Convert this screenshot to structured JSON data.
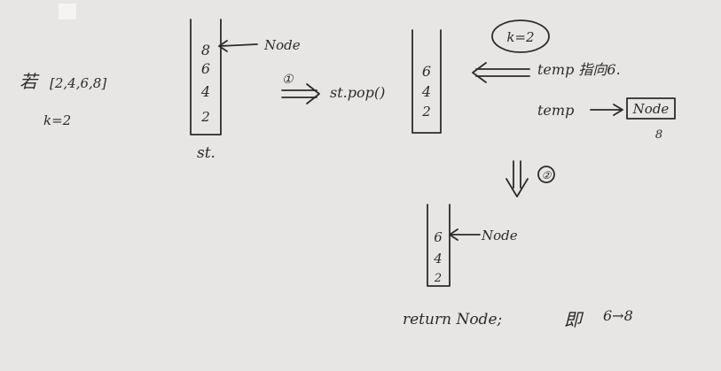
{
  "left_note": {
    "label": "若",
    "array": "[2,4,6,8]",
    "k": "k=2"
  },
  "stack1": {
    "items": [
      "8",
      "6",
      "4",
      "2"
    ],
    "caption": "st.",
    "pointer": "Node"
  },
  "step1": {
    "badge": "①",
    "op": "st.pop()"
  },
  "k_badge": "k=2",
  "stack2": {
    "items": [
      "6",
      "4",
      "2"
    ]
  },
  "notes": {
    "line1": "temp 指向6.",
    "temp": "temp",
    "node_box": "Node",
    "node_value": "8"
  },
  "step2": {
    "badge": "②"
  },
  "stack3": {
    "items": [
      "6",
      "4",
      "2"
    ],
    "pointer": "Node"
  },
  "result": {
    "return_text": "return Node;",
    "ji": "即",
    "chain": "6→8"
  }
}
